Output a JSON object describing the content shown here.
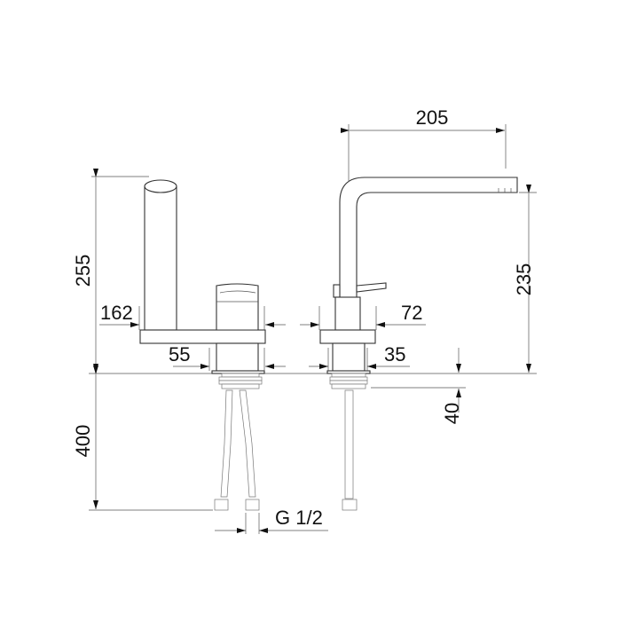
{
  "title": "Two-hole basin mixer dimension drawing",
  "dimensions": {
    "overall_height_left": "255",
    "spout_offset_left": "162",
    "body_diameter_left": "55",
    "hose_length": "400",
    "connection": "G 1/2",
    "spout_reach": "205",
    "spout_height": "235",
    "base_diameter_right": "72",
    "body_diameter_right": "35",
    "max_deck_thickness": "40"
  },
  "colors": {
    "line": "#333333",
    "text": "#111111",
    "background": "#ffffff"
  }
}
